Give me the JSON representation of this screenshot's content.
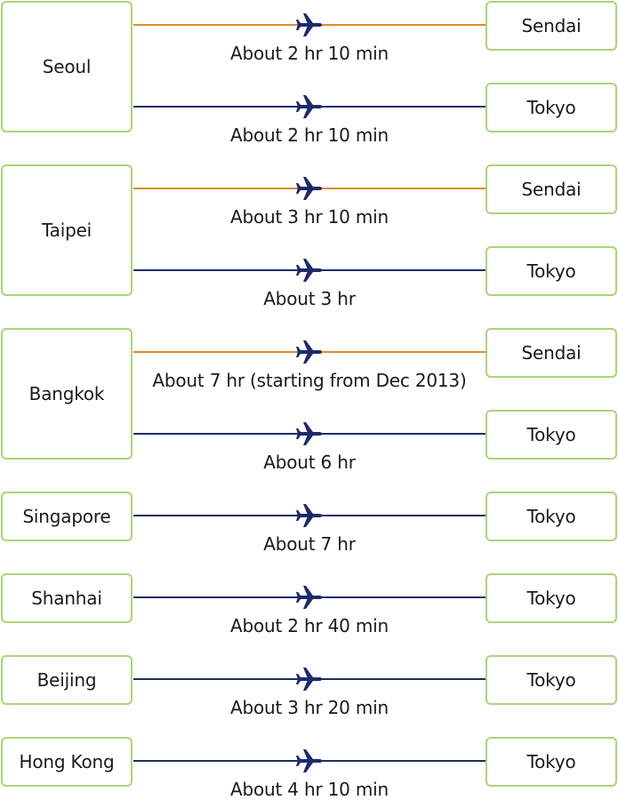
{
  "colors": {
    "box_border": "#a9d57a",
    "route_sendai": "#e08a2c",
    "route_tokyo": "#1f2a6b",
    "plane": "#1f2a6b"
  },
  "routes": [
    {
      "origin": "Seoul",
      "destinations": [
        {
          "city": "Sendai",
          "duration": "About 2 hr 10 min",
          "color": "#e08a2c"
        },
        {
          "city": "Tokyo",
          "duration": "About 2 hr 10 min",
          "color": "#1f2a6b"
        }
      ]
    },
    {
      "origin": "Taipei",
      "destinations": [
        {
          "city": "Sendai",
          "duration": "About 3 hr 10 min",
          "color": "#e08a2c"
        },
        {
          "city": "Tokyo",
          "duration": "About 3 hr",
          "color": "#1f2a6b"
        }
      ]
    },
    {
      "origin": "Bangkok",
      "destinations": [
        {
          "city": "Sendai",
          "duration": "About 7 hr (starting from Dec 2013)",
          "color": "#e08a2c"
        },
        {
          "city": "Tokyo",
          "duration": "About 6 hr",
          "color": "#1f2a6b"
        }
      ]
    },
    {
      "origin": "Singapore",
      "destinations": [
        {
          "city": "Tokyo",
          "duration": "About 7 hr",
          "color": "#1f2a6b"
        }
      ]
    },
    {
      "origin": "Shanhai",
      "destinations": [
        {
          "city": "Tokyo",
          "duration": "About 2 hr 40 min",
          "color": "#1f2a6b"
        }
      ]
    },
    {
      "origin": "Beijing",
      "destinations": [
        {
          "city": "Tokyo",
          "duration": "About 3 hr 20 min",
          "color": "#1f2a6b"
        }
      ]
    },
    {
      "origin": "Hong Kong",
      "destinations": [
        {
          "city": "Tokyo",
          "duration": "About 4 hr 10 min",
          "color": "#1f2a6b"
        }
      ]
    }
  ]
}
